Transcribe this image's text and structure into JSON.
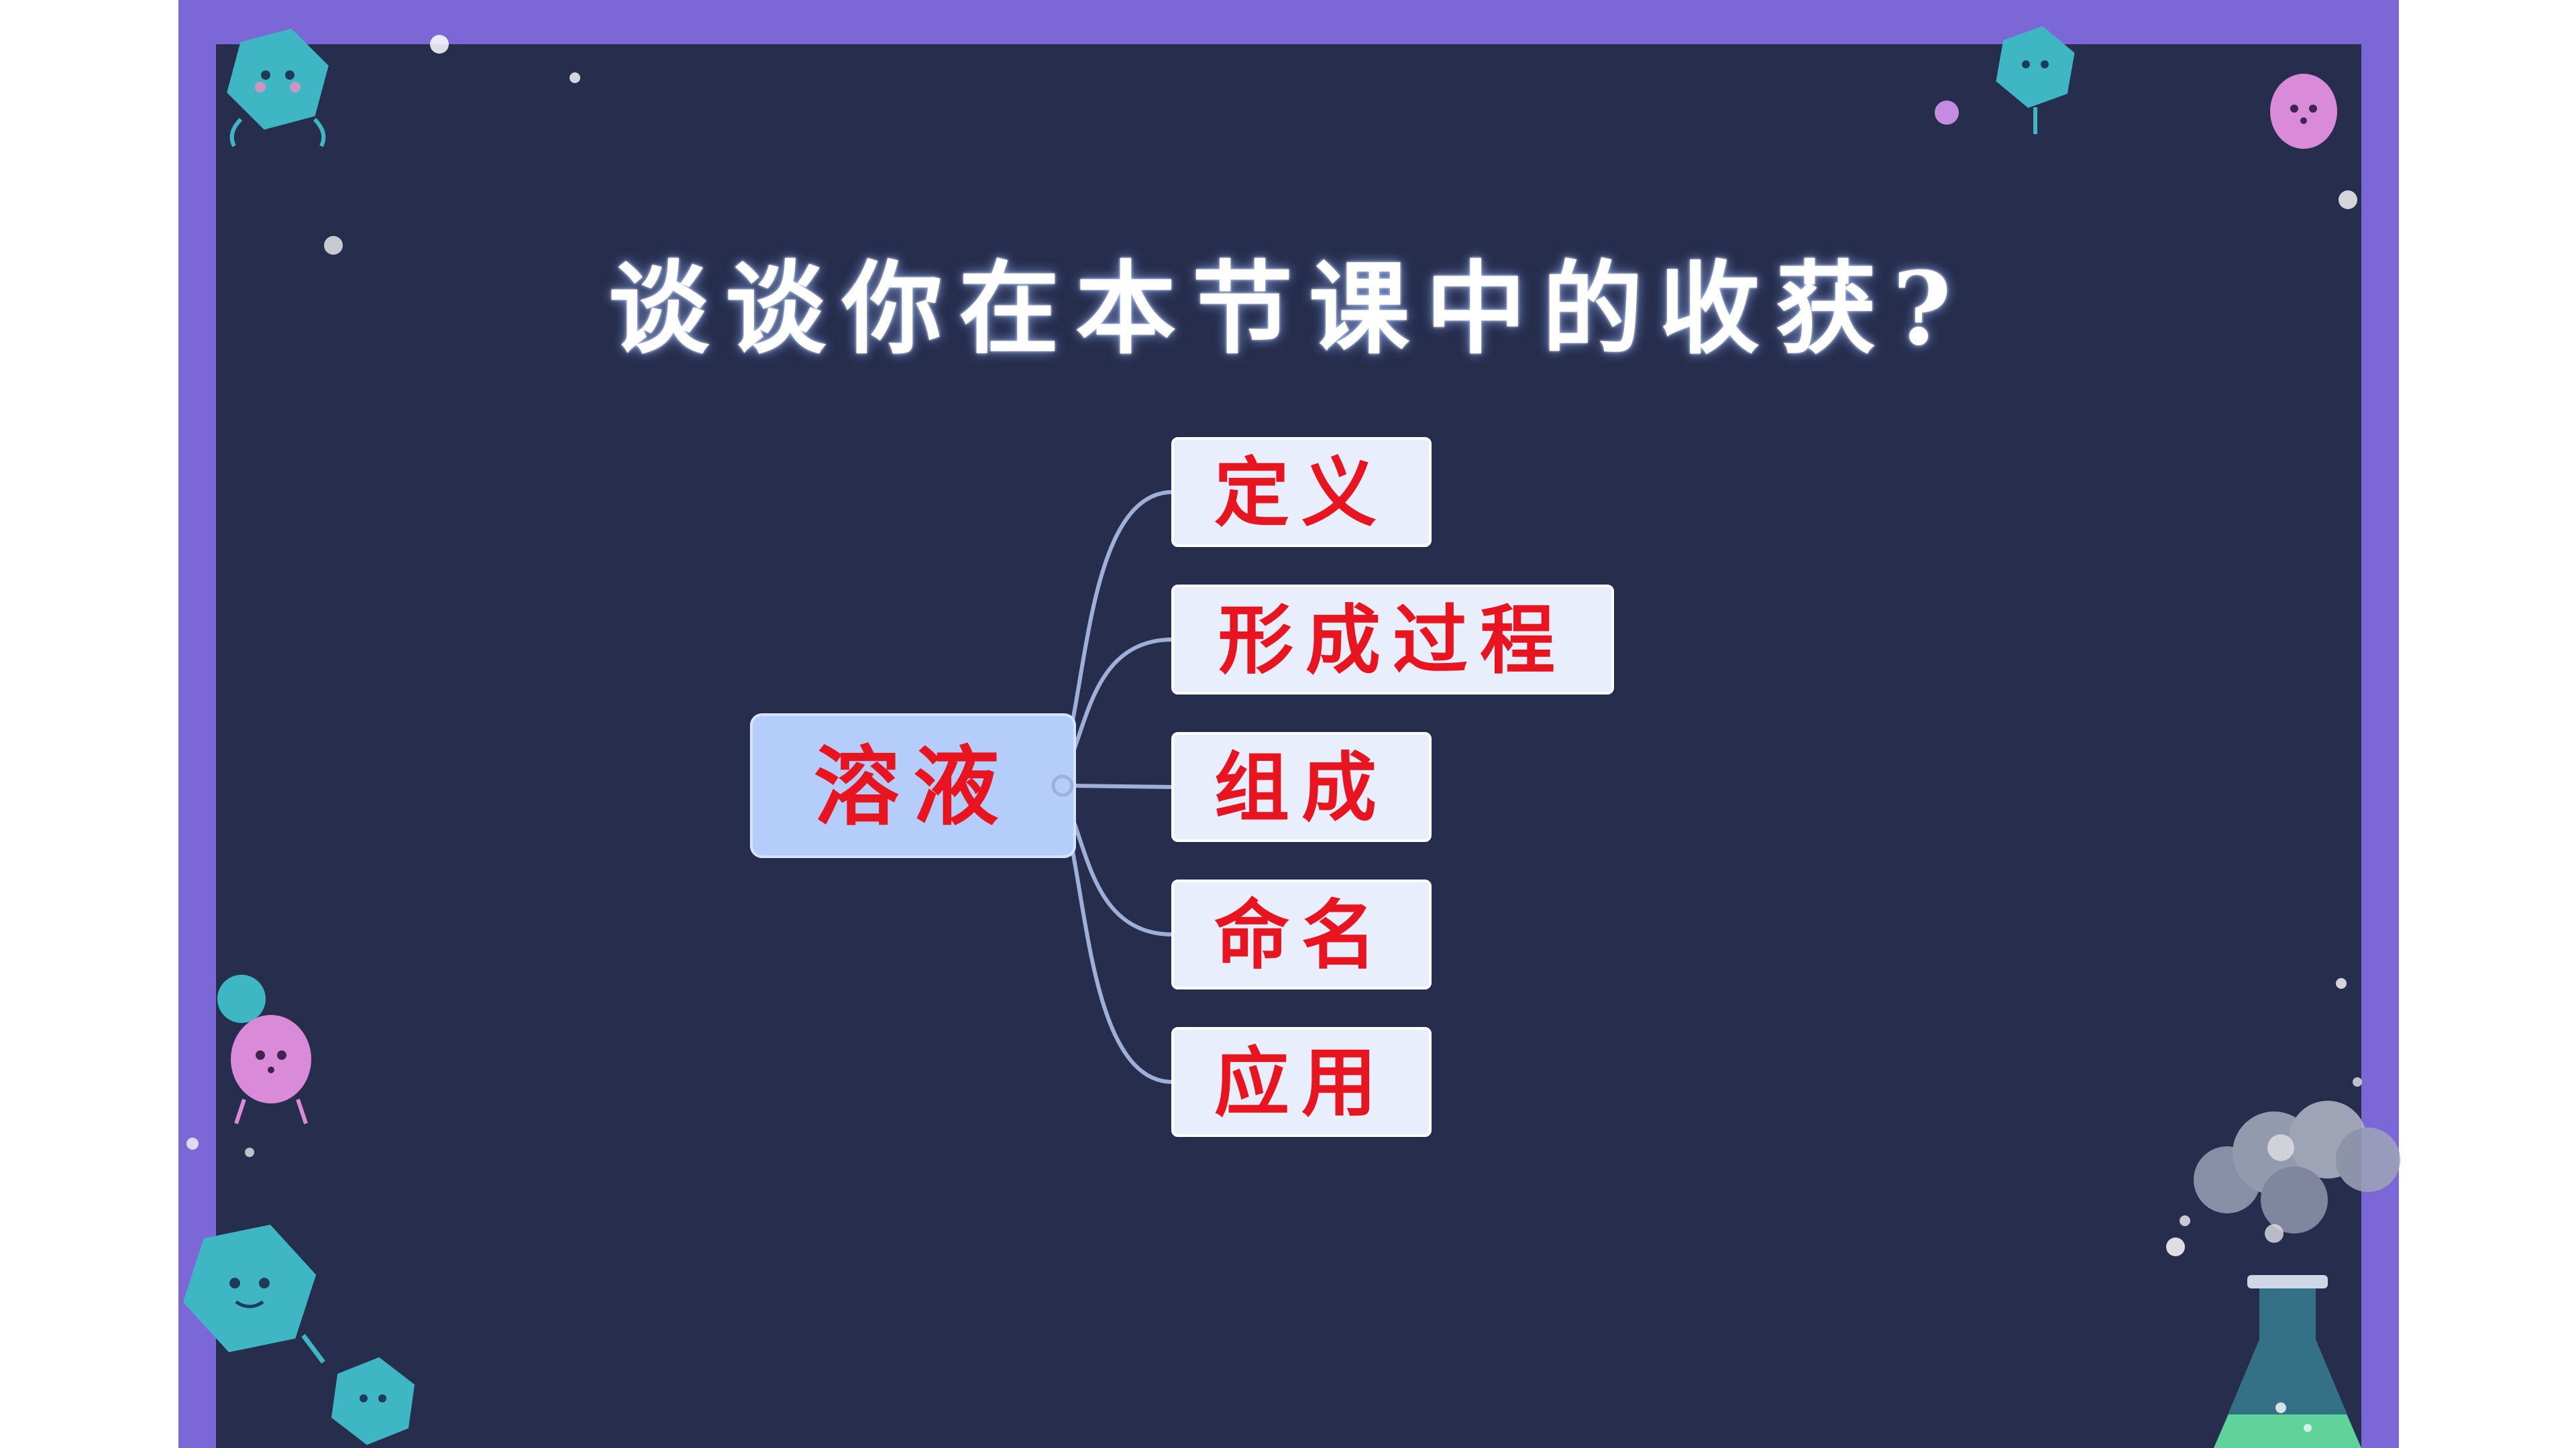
{
  "slide": {
    "title": "谈谈你在本节课中的收获?"
  },
  "mindmap": {
    "root": "溶液",
    "branches": [
      "定义",
      "形成过程",
      "组成",
      "命名",
      "应用"
    ]
  },
  "colors": {
    "frame": "#7b68d6",
    "board": "#262d4d",
    "node_fill": "#e8eefc",
    "root_fill": "#b5cdfa",
    "node_text": "#e8141f",
    "connector": "#9fb0d8"
  },
  "decorations": [
    "hexagon-germ-icon",
    "round-germ-icon",
    "sparkle-dot-icon",
    "flask-icon",
    "smoke-cloud-icon"
  ]
}
